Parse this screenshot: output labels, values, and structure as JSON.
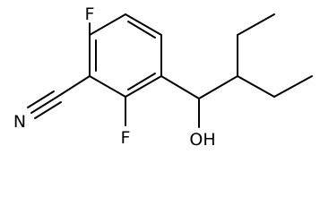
{
  "molecule": {
    "atoms": {
      "f_top": "F",
      "f_bottom": "F",
      "n_nitrile": "N",
      "oh": "OH"
    }
  }
}
